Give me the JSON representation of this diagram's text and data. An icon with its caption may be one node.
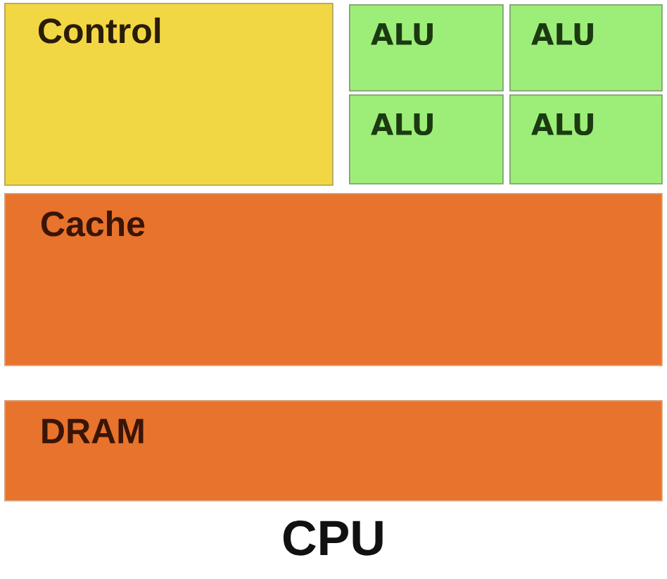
{
  "diagram": {
    "caption": "CPU",
    "nodes": [
      {
        "text": [
          "Control"
        ]
      },
      {
        "text": [
          "ALU"
        ]
      },
      {
        "text": [
          "ALU"
        ]
      },
      {
        "text": [
          "ALU"
        ]
      },
      {
        "text": [
          "ALU"
        ]
      },
      {
        "text": [
          "Cache"
        ]
      },
      {
        "text": [
          "DRAM"
        ]
      }
    ]
  }
}
